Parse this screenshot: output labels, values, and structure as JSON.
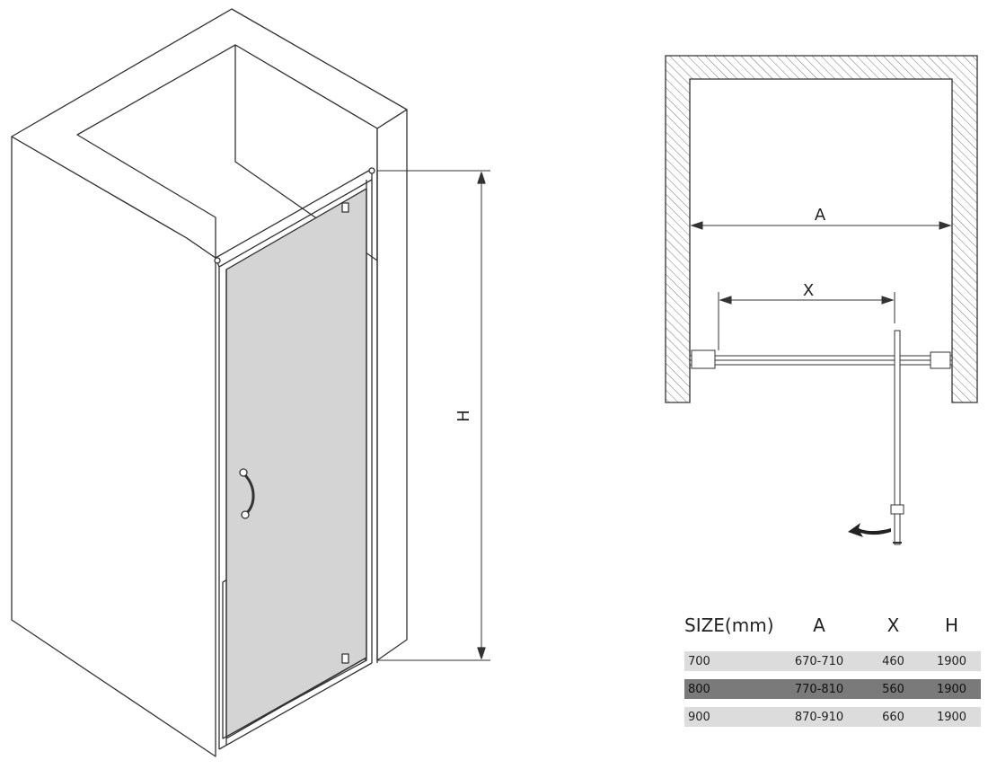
{
  "dimension_labels": {
    "height": "H",
    "wall_width": "A",
    "door_opening": "X"
  },
  "size_table": {
    "headers": [
      "SIZE(mm)",
      "A",
      "X",
      "H"
    ],
    "rows": [
      {
        "size": "700",
        "a": "670-710",
        "x": "460",
        "h": "1900",
        "shade": "light"
      },
      {
        "size": "800",
        "a": "770-810",
        "x": "560",
        "h": "1900",
        "shade": "dark"
      },
      {
        "size": "900",
        "a": "870-910",
        "x": "660",
        "h": "1900",
        "shade": "light"
      }
    ]
  },
  "colors": {
    "line": "#333333",
    "glass": "#d4d4d4",
    "hatch": "#777777",
    "row_light": "#dcdcdc",
    "row_dark": "#7a7a7a"
  }
}
